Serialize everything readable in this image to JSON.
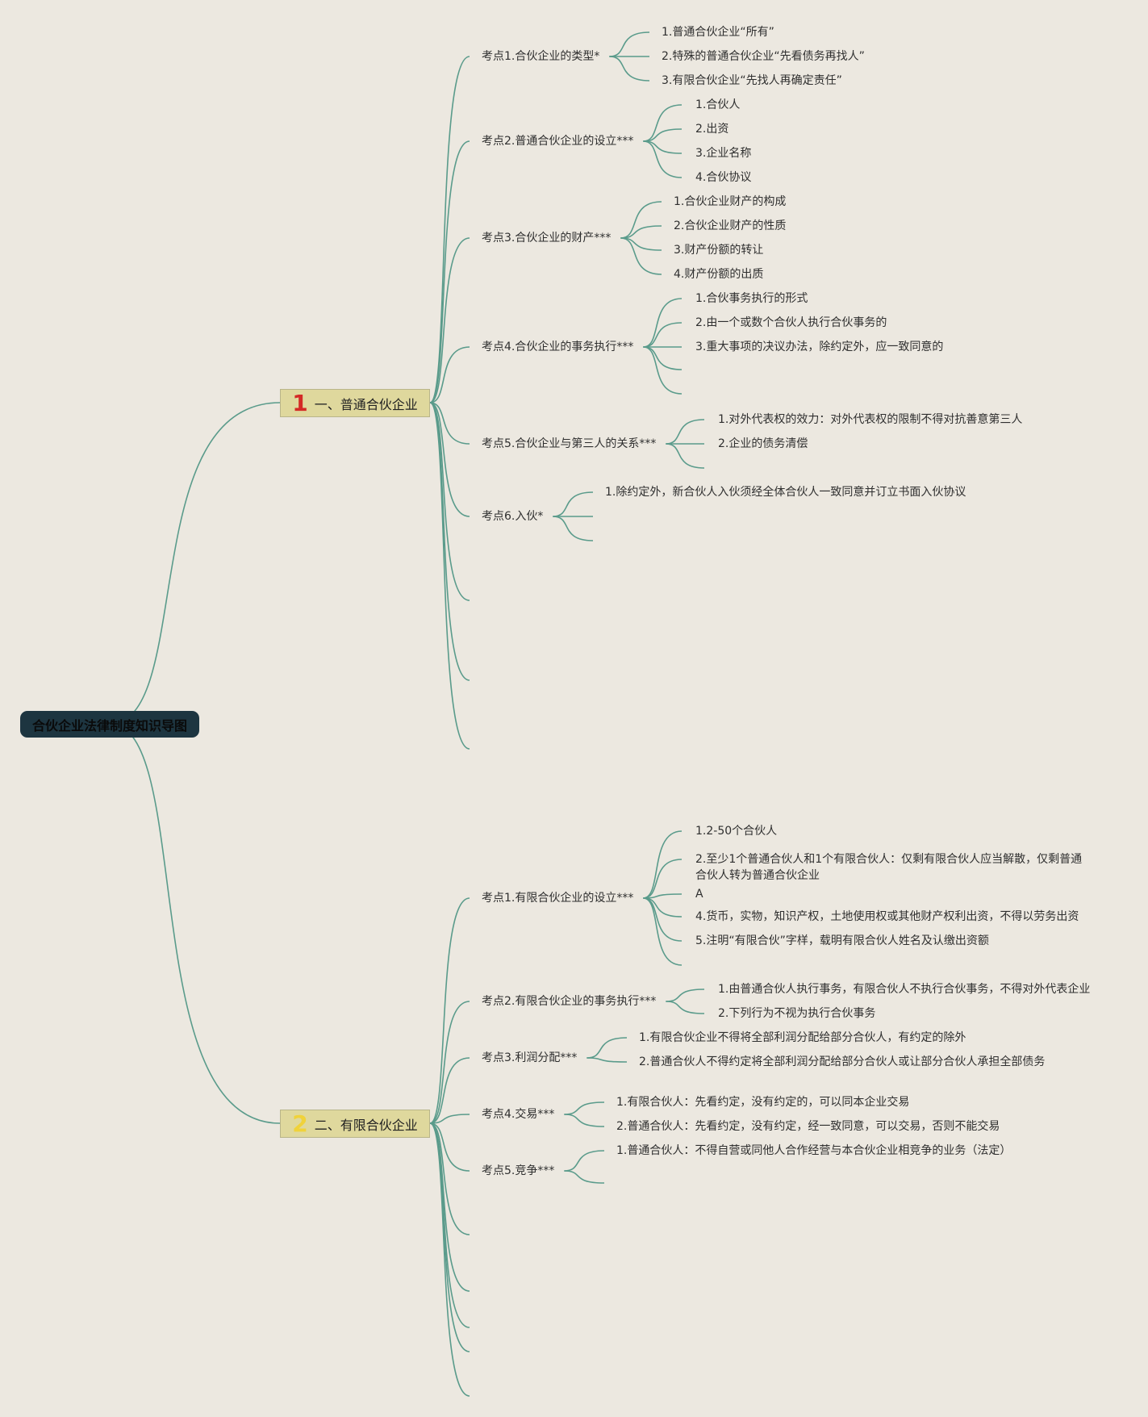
{
  "root": {
    "title": "合伙企业法律制度知识导图"
  },
  "branches": [
    {
      "number": "1",
      "label": "一、普通合伙企业",
      "topics": [
        {
          "label": "考点1.合伙企业的类型*",
          "items": [
            "1.普通合伙企业“所有”",
            "2.特殊的普通合伙企业“先看债务再找人”",
            "3.有限合伙企业“先找人再确定责任”"
          ]
        },
        {
          "label": "考点2.普通合伙企业的设立***",
          "items": [
            "1.合伙人",
            "2.出资",
            "3.企业名称",
            "4.合伙协议"
          ]
        },
        {
          "label": "考点3.合伙企业的财产***",
          "items": [
            "1.合伙企业财产的构成",
            "2.合伙企业财产的性质",
            "3.财产份额的转让",
            "4.财产份额的出质"
          ]
        },
        {
          "label": "考点4.合伙企业的事务执行***",
          "items": [
            "1.合伙事务执行的形式",
            "2.由一个或数个合伙人执行合伙事务的",
            "3.重大事项的决议办法，除约定外，应一致同意的",
            "",
            ""
          ]
        },
        {
          "label": "考点5.合伙企业与第三人的关系***",
          "items": [
            "1.对外代表权的效力：对外代表权的限制不得对抗善意第三人",
            "2.企业的债务清偿",
            ""
          ]
        },
        {
          "label": "考点6.入伙*",
          "items": [
            "1.除约定外，新合伙人入伙须经全体合伙人一致同意并订立书面入伙协议",
            "",
            ""
          ]
        },
        {
          "label": "",
          "items": []
        },
        {
          "label": "",
          "items": []
        },
        {
          "label": "",
          "items": []
        }
      ]
    },
    {
      "number": "2",
      "label": "二、有限合伙企业",
      "topics": [
        {
          "label": "考点1.有限合伙企业的设立***",
          "items": [
            "1.2-50个合伙人",
            "2.至少1个普通合伙人和1个有限合伙人：仅剩有限合伙人应当解散，仅剩普通合伙人转为普通合伙企业",
            "A",
            "4.货币，实物，知识产权，土地使用权或其他财产权利出资，不得以劳务出资",
            "5.注明“有限合伙”字样，载明有限合伙人姓名及认缴出资额",
            ""
          ]
        },
        {
          "label": "考点2.有限合伙企业的事务执行***",
          "items": [
            "1.由普通合伙人执行事务，有限合伙人不执行合伙事务，不得对外代表企业",
            "2.下列行为不视为执行合伙事务"
          ]
        },
        {
          "label": "考点3.利润分配***",
          "items": [
            "1.有限合伙企业不得将全部利润分配给部分合伙人，有约定的除外",
            "2.普通合伙人不得约定将全部利润分配给部分合伙人或让部分合伙人承担全部债务"
          ]
        },
        {
          "label": "考点4.交易***",
          "items": [
            "1.有限合伙人：先看约定，没有约定的，可以同本企业交易",
            "2.普通合伙人：先看约定，没有约定，经一致同意，可以交易，否则不能交易"
          ]
        },
        {
          "label": "考点5.竞争***",
          "items": [
            "1.普通合伙人：不得自营或同他人合作经营与本合伙企业相竞争的业务（法定）",
            ""
          ]
        },
        {
          "label": "",
          "items": []
        },
        {
          "label": "",
          "items": []
        },
        {
          "label": "",
          "items": []
        },
        {
          "label": "",
          "items": []
        },
        {
          "label": "",
          "items": []
        }
      ]
    }
  ],
  "colors": {
    "connector": "#5a9b8b",
    "background": "#ece8e0",
    "root_fill": "#1d3540",
    "branch_fill": "#dfd89d"
  }
}
